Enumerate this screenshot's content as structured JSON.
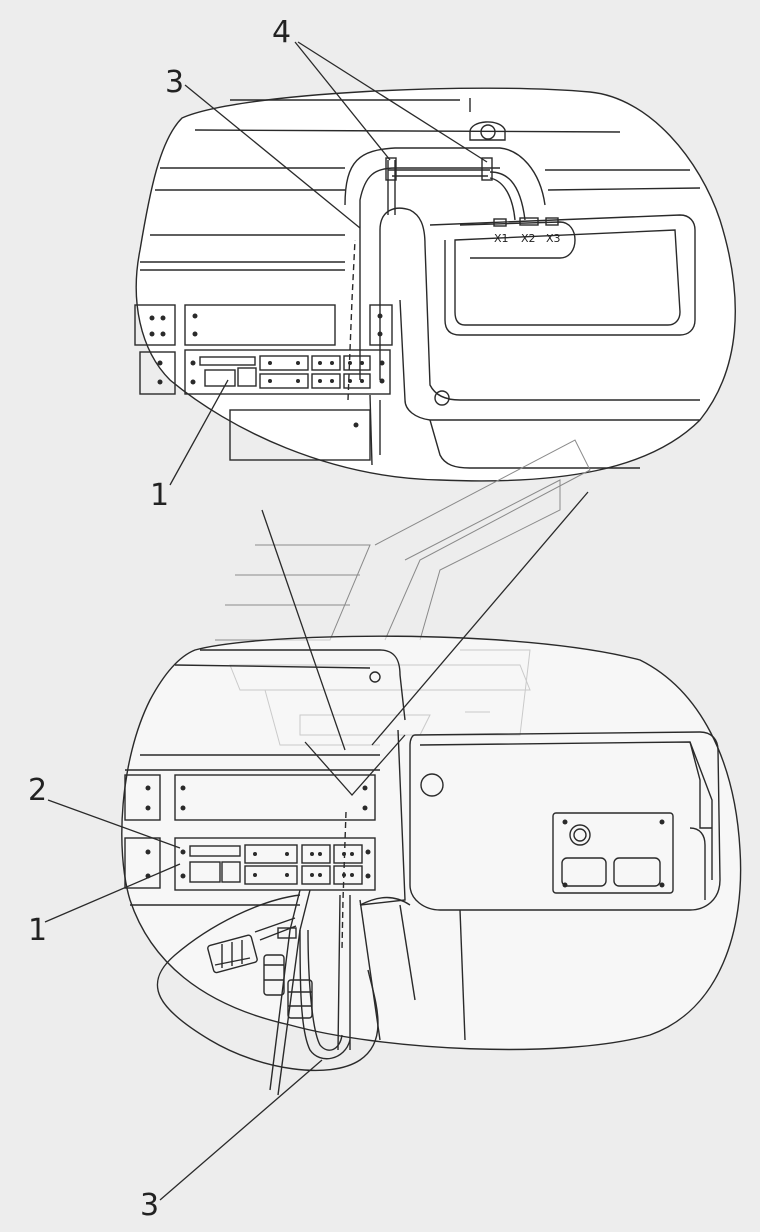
{
  "callouts": {
    "top_4": "4",
    "top_3": "3",
    "top_1": "1",
    "bottom_2": "2",
    "bottom_1": "1",
    "bottom_3": "3"
  },
  "connectors": {
    "x1": "X1",
    "x2": "X2",
    "x3": "X3"
  },
  "colors": {
    "background": "#ededed",
    "detail_fill": "#ffffff",
    "line": "#2a2a2a",
    "faint_line": "#8a8a8a"
  }
}
